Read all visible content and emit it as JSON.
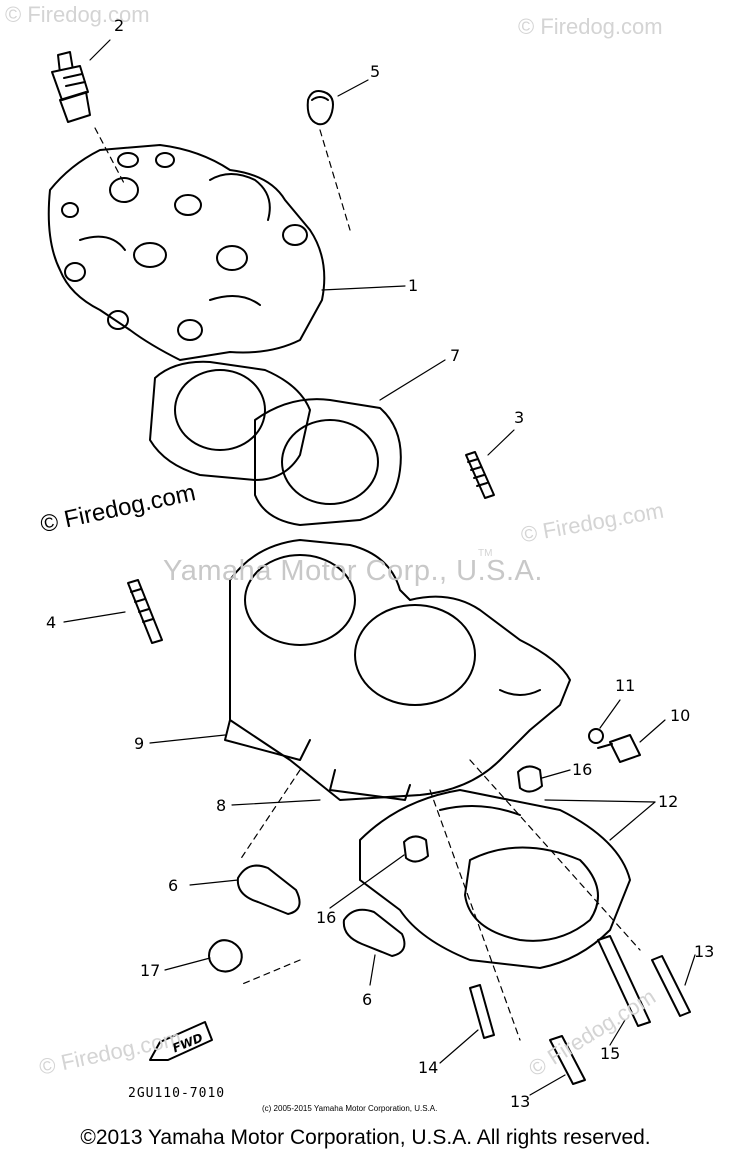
{
  "watermarks": {
    "site": "© Firedog.com",
    "corp": "Yamaha Motor Corp., U.S.A.",
    "tm": "TM"
  },
  "callouts": [
    "1",
    "2",
    "3",
    "4",
    "5",
    "6",
    "7",
    "8",
    "9",
    "10",
    "11",
    "12",
    "13",
    "14",
    "15",
    "16",
    "17"
  ],
  "callout_repeats": {
    "six": "6",
    "twelve": "12",
    "thirteen": "13",
    "sixteen": "16"
  },
  "fwd_label": "FWD",
  "part_code": "2GU110-7010",
  "small_copyright": "(c) 2005-2015 Yamaha Motor Corporation, U.S.A.",
  "footer": "©2013 Yamaha Motor Corporation, U.S.A. All rights reserved."
}
